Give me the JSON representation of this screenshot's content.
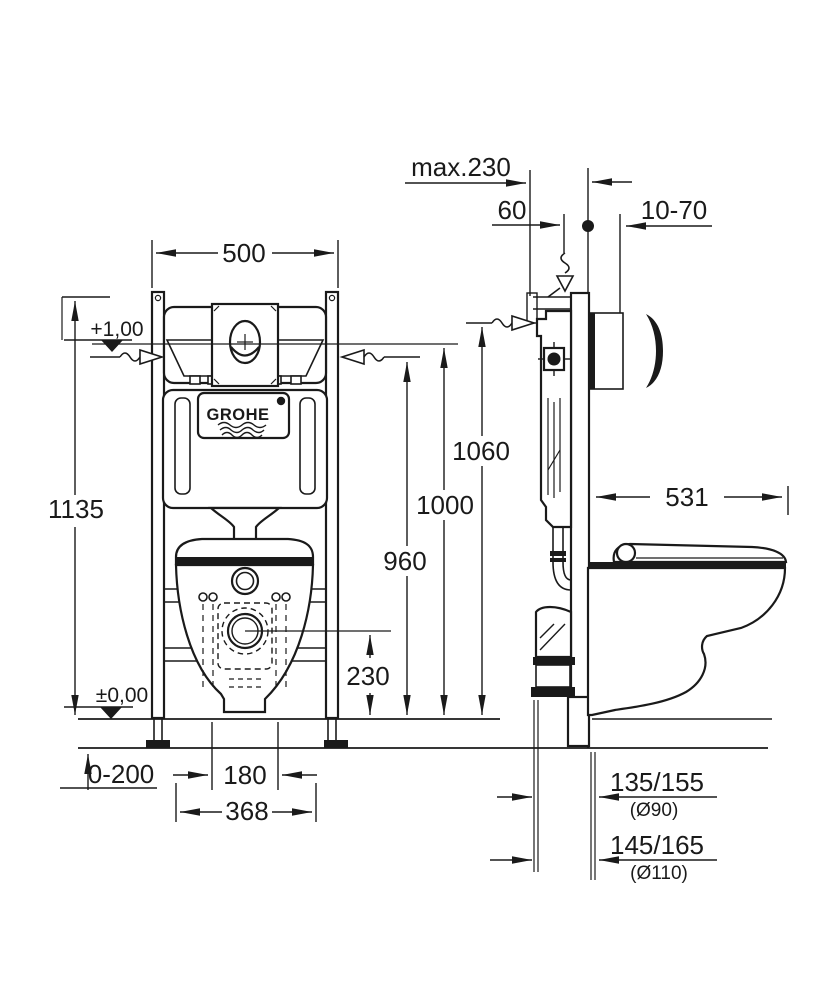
{
  "colors": {
    "ink": "#1a1a1a",
    "paper": "#ffffff"
  },
  "brand": {
    "logo_text": "GROHE"
  },
  "top_dimensions": {
    "max_wall_offset": "max.230",
    "frame_to_center": "60",
    "finish_range": "10-70"
  },
  "front_view": {
    "frame_width": "500",
    "upper_level": "+1,00",
    "frame_height": "1135",
    "floor_level": "±0,00",
    "floor_buildup_range": "0-200",
    "outlet_spacing": "180",
    "fixing_spacing": "368",
    "outlet_height": "230",
    "height_960": "960",
    "height_1000": "1000",
    "height_1060": "1060"
  },
  "side_view": {
    "depth": "531",
    "drain_offset_90": "135/155",
    "drain_pipe_90": "(Ø90)",
    "drain_offset_110": "145/165",
    "drain_pipe_110": "(Ø110)"
  }
}
